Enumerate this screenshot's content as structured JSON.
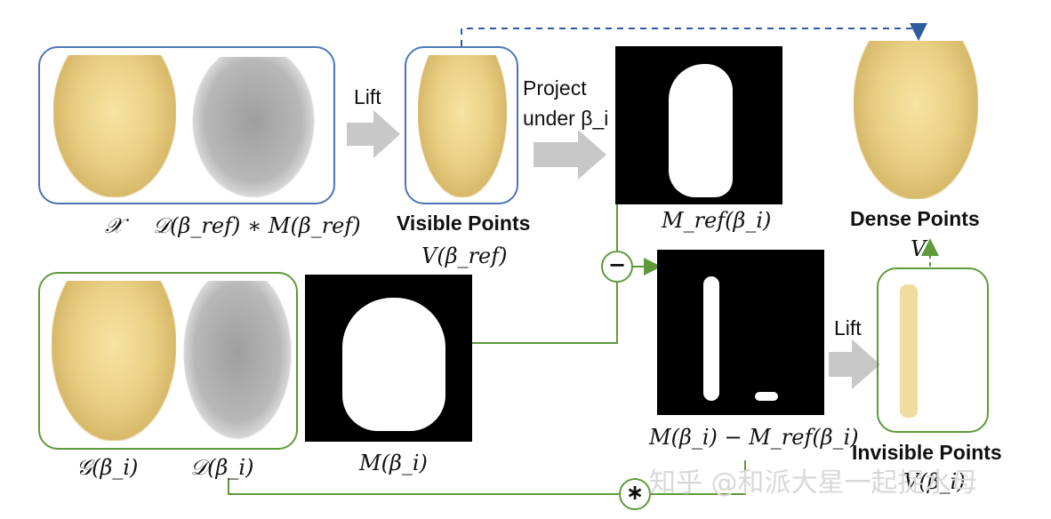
{
  "labels": {
    "x": "𝒳",
    "depth_ref_mask": "𝒟(β_ref) ∗ M(β_ref)",
    "lift_top": "Lift",
    "visible_points": "Visible Points",
    "v_beta_ref": "V(β_ref)",
    "project_line1": "Project",
    "project_line2": "under β_i",
    "m_ref_beta_i": "M_ref(β_i)",
    "dense_points": "Dense Points",
    "v_symbol": "V",
    "minus_symbol": "−",
    "g_beta_i": "𝒢(β_i)",
    "d_beta_i": "𝒟(β_i)",
    "m_beta_i": "M(β_i)",
    "diff_mask": "M(β_i) − M_ref(β_i)",
    "lift_bottom": "Lift",
    "invisible_points": "Invisible Points",
    "v_beta_i": "V(β_i)",
    "star_symbol": "∗",
    "watermark": "知乎 @和派大星一起捉水母"
  },
  "colors": {
    "blue_frame": "#4a76b8",
    "green_frame": "#5f9a3a",
    "arrow_gray": "#c8c8c8",
    "dashed_blue": "#2f5c9e",
    "dashed_green": "#5f9a3a"
  }
}
